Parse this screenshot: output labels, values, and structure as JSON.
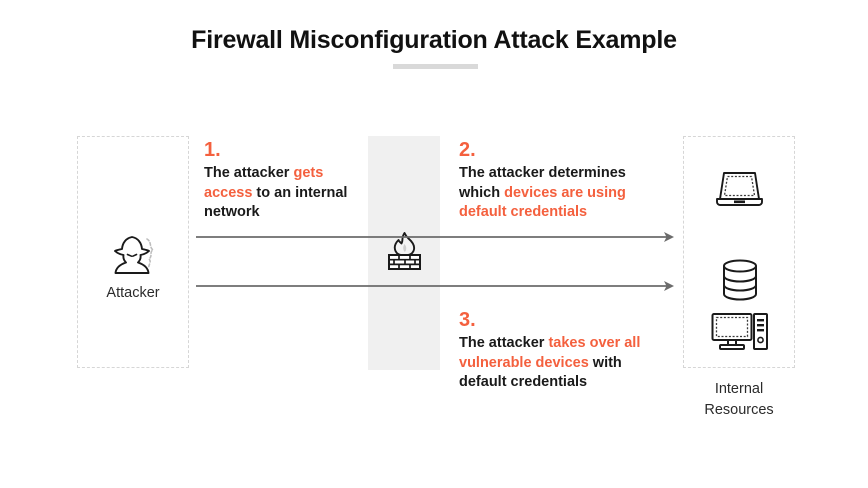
{
  "title": "Firewall Misconfiguration Attack Example",
  "colors": {
    "accent_orange": "#f4603e",
    "text_dark": "#1a1a1a",
    "panel_border": "#d6d6d6",
    "band_gray": "#f0f0f0",
    "rule_gray": "#d9d9d9",
    "arrow_gray": "#6b6b6b"
  },
  "attacker": {
    "label": "Attacker",
    "icon": "hacker-icon"
  },
  "firewall": {
    "icon": "firewall-icon"
  },
  "resources": {
    "label_line1": "Internal",
    "label_line2": "Resources",
    "icons": [
      {
        "name": "laptop-icon"
      },
      {
        "name": "database-icon"
      },
      {
        "name": "desktop-computer-icon"
      }
    ]
  },
  "arrows": [
    {
      "name": "arrow-attacker-to-resources-1"
    },
    {
      "name": "arrow-attacker-to-resources-2"
    }
  ],
  "steps": [
    {
      "number": "1.",
      "parts": [
        {
          "text": "The attacker ",
          "highlight": false
        },
        {
          "text": "gets access",
          "highlight": true
        },
        {
          "text": " to an internal network",
          "highlight": false
        }
      ],
      "plain": "The attacker gets access to an internal network"
    },
    {
      "number": "2.",
      "parts": [
        {
          "text": "The attacker determines which ",
          "highlight": false
        },
        {
          "text": "devices are using default credentials",
          "highlight": true
        }
      ],
      "plain": "The attacker determines which devices are using default credentials"
    },
    {
      "number": "3.",
      "parts": [
        {
          "text": "The attacker ",
          "highlight": false
        },
        {
          "text": "takes over all vulnerable devices",
          "highlight": true
        },
        {
          "text": " with default credentials",
          "highlight": false
        }
      ],
      "plain": "The attacker takes over all vulnerable devices with default credentials"
    }
  ]
}
